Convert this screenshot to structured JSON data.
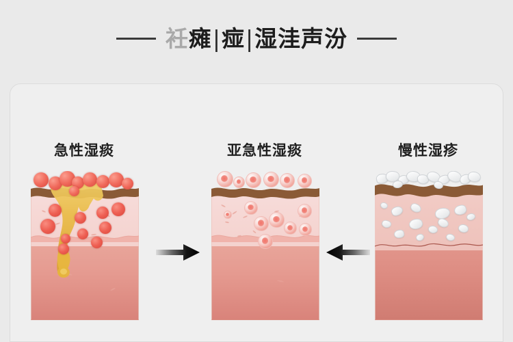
{
  "page": {
    "background_color": "#eaeaea",
    "card_background": "#efefef"
  },
  "header": {
    "title_faint": "衽",
    "title_main_1": "瘫",
    "title_divider_1": "|",
    "title_main_2": "痖",
    "title_divider_2": "|",
    "title_main_3": "湿洼声汾",
    "dash_left": "—",
    "dash_right": "—"
  },
  "panels": [
    {
      "id": "acute",
      "label": "急性湿痰",
      "description": "red papules with yellow oozing exudate breaking through epidermis",
      "epidermis_color": "#8a5a36",
      "dermis_color": "#f7dcda",
      "deep_color": "#e59a90",
      "lesion_color": "#ee5f53",
      "exudate_color": "#e8b93f"
    },
    {
      "id": "subacute",
      "label": "亚急性湿痰",
      "description": "pale pink vesicles on surface and within dermis",
      "epidermis_color": "#8a5a36",
      "dermis_color": "#f7dcda",
      "deep_color": "#e59a90",
      "lesion_color": "#f08a80"
    },
    {
      "id": "chronic",
      "label": "慢性湿疹",
      "description": "white scaly flakes above and within thickened skin",
      "epidermis_color": "#8a5a36",
      "dermis_color": "#f2ccc6",
      "deep_color": "#d9837a",
      "lesion_color": "#f2f3f4"
    }
  ],
  "arrows": [
    {
      "id": "acute-to-subacute",
      "direction": "right",
      "color": "#111111"
    },
    {
      "id": "chronic-to-subacute",
      "direction": "left",
      "color": "#111111"
    }
  ]
}
